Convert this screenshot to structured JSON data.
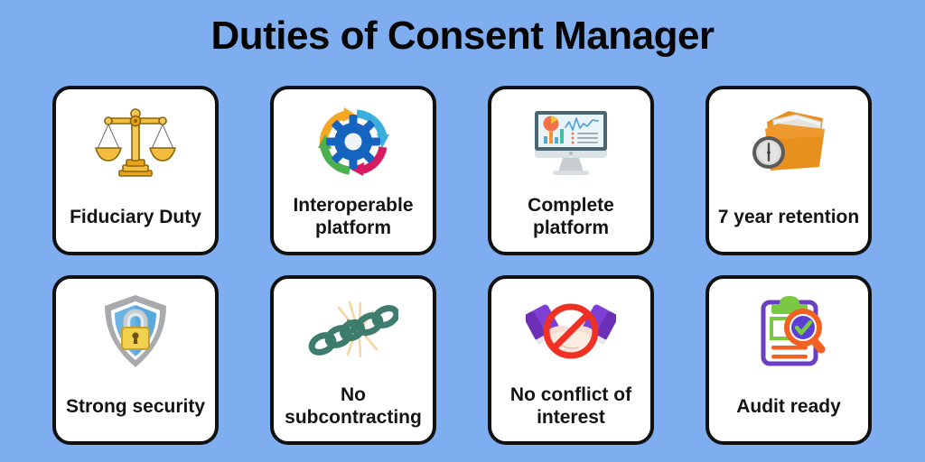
{
  "page": {
    "title": "Duties of Consent Manager",
    "background_color": "#7FAEF0",
    "card_background_color": "#FFFFFF",
    "card_border_color": "#101010",
    "text_color": "#141414"
  },
  "cards": [
    {
      "label": "Fiduciary Duty",
      "icon": "balance-scales-icon",
      "colors": {
        "primary": "#E8A317",
        "secondary": "#F7CE55",
        "outline": "#8A6410"
      }
    },
    {
      "label": "Interoperable platform",
      "icon": "gear-cycle-arrows-icon",
      "colors": {
        "gear": "#1565C0",
        "arrow_top_left": "#F5A623",
        "arrow_top_right": "#3AAEDC",
        "arrow_bottom_right": "#D81B60",
        "arrow_bottom_left": "#4CAF50"
      }
    },
    {
      "label": "Complete platform",
      "icon": "dashboard-monitor-icon",
      "colors": {
        "bezel": "#4A6572",
        "screen": "#E8F4F8",
        "pie": "#F4704A",
        "bar_blue": "#5BA4D6",
        "bar_orange": "#F4913E",
        "bar_teal": "#3FBFA8",
        "stand": "#C7CDD1"
      }
    },
    {
      "label": "7 year retention",
      "icon": "folder-clock-retention-icon",
      "colors": {
        "folder": "#E8901E",
        "papers": "#E3E3DF",
        "clock_ring": "#5A5A5A",
        "clock_face": "#D9D9D9"
      }
    },
    {
      "label": "Strong security",
      "icon": "shield-lock-icon",
      "colors": {
        "shield": "#5BA8DC",
        "shield_border": "#A8AAAC",
        "lock": "#F2D14E",
        "lock_shackle": "#D9D9D9"
      }
    },
    {
      "label": "No subcontracting",
      "icon": "broken-chain-icon",
      "colors": {
        "chain": "#3E7D6E",
        "burst": "#F5D5A0"
      }
    },
    {
      "label": "No conflict of interest",
      "icon": "handshake-prohibited-icon",
      "colors": {
        "sleeve_left": "#7E3FD4",
        "sleeve_right": "#7E3FD4",
        "skin": "#F6DFD2",
        "prohibition": "#EE3124"
      }
    },
    {
      "label": "Audit ready",
      "icon": "clipboard-magnifier-check-icon",
      "colors": {
        "clipboard": "#6B3FC4",
        "clip": "#7AC943",
        "lines": "#F26122",
        "lens": "#5B3FD4",
        "check": "#7AC943"
      }
    }
  ]
}
